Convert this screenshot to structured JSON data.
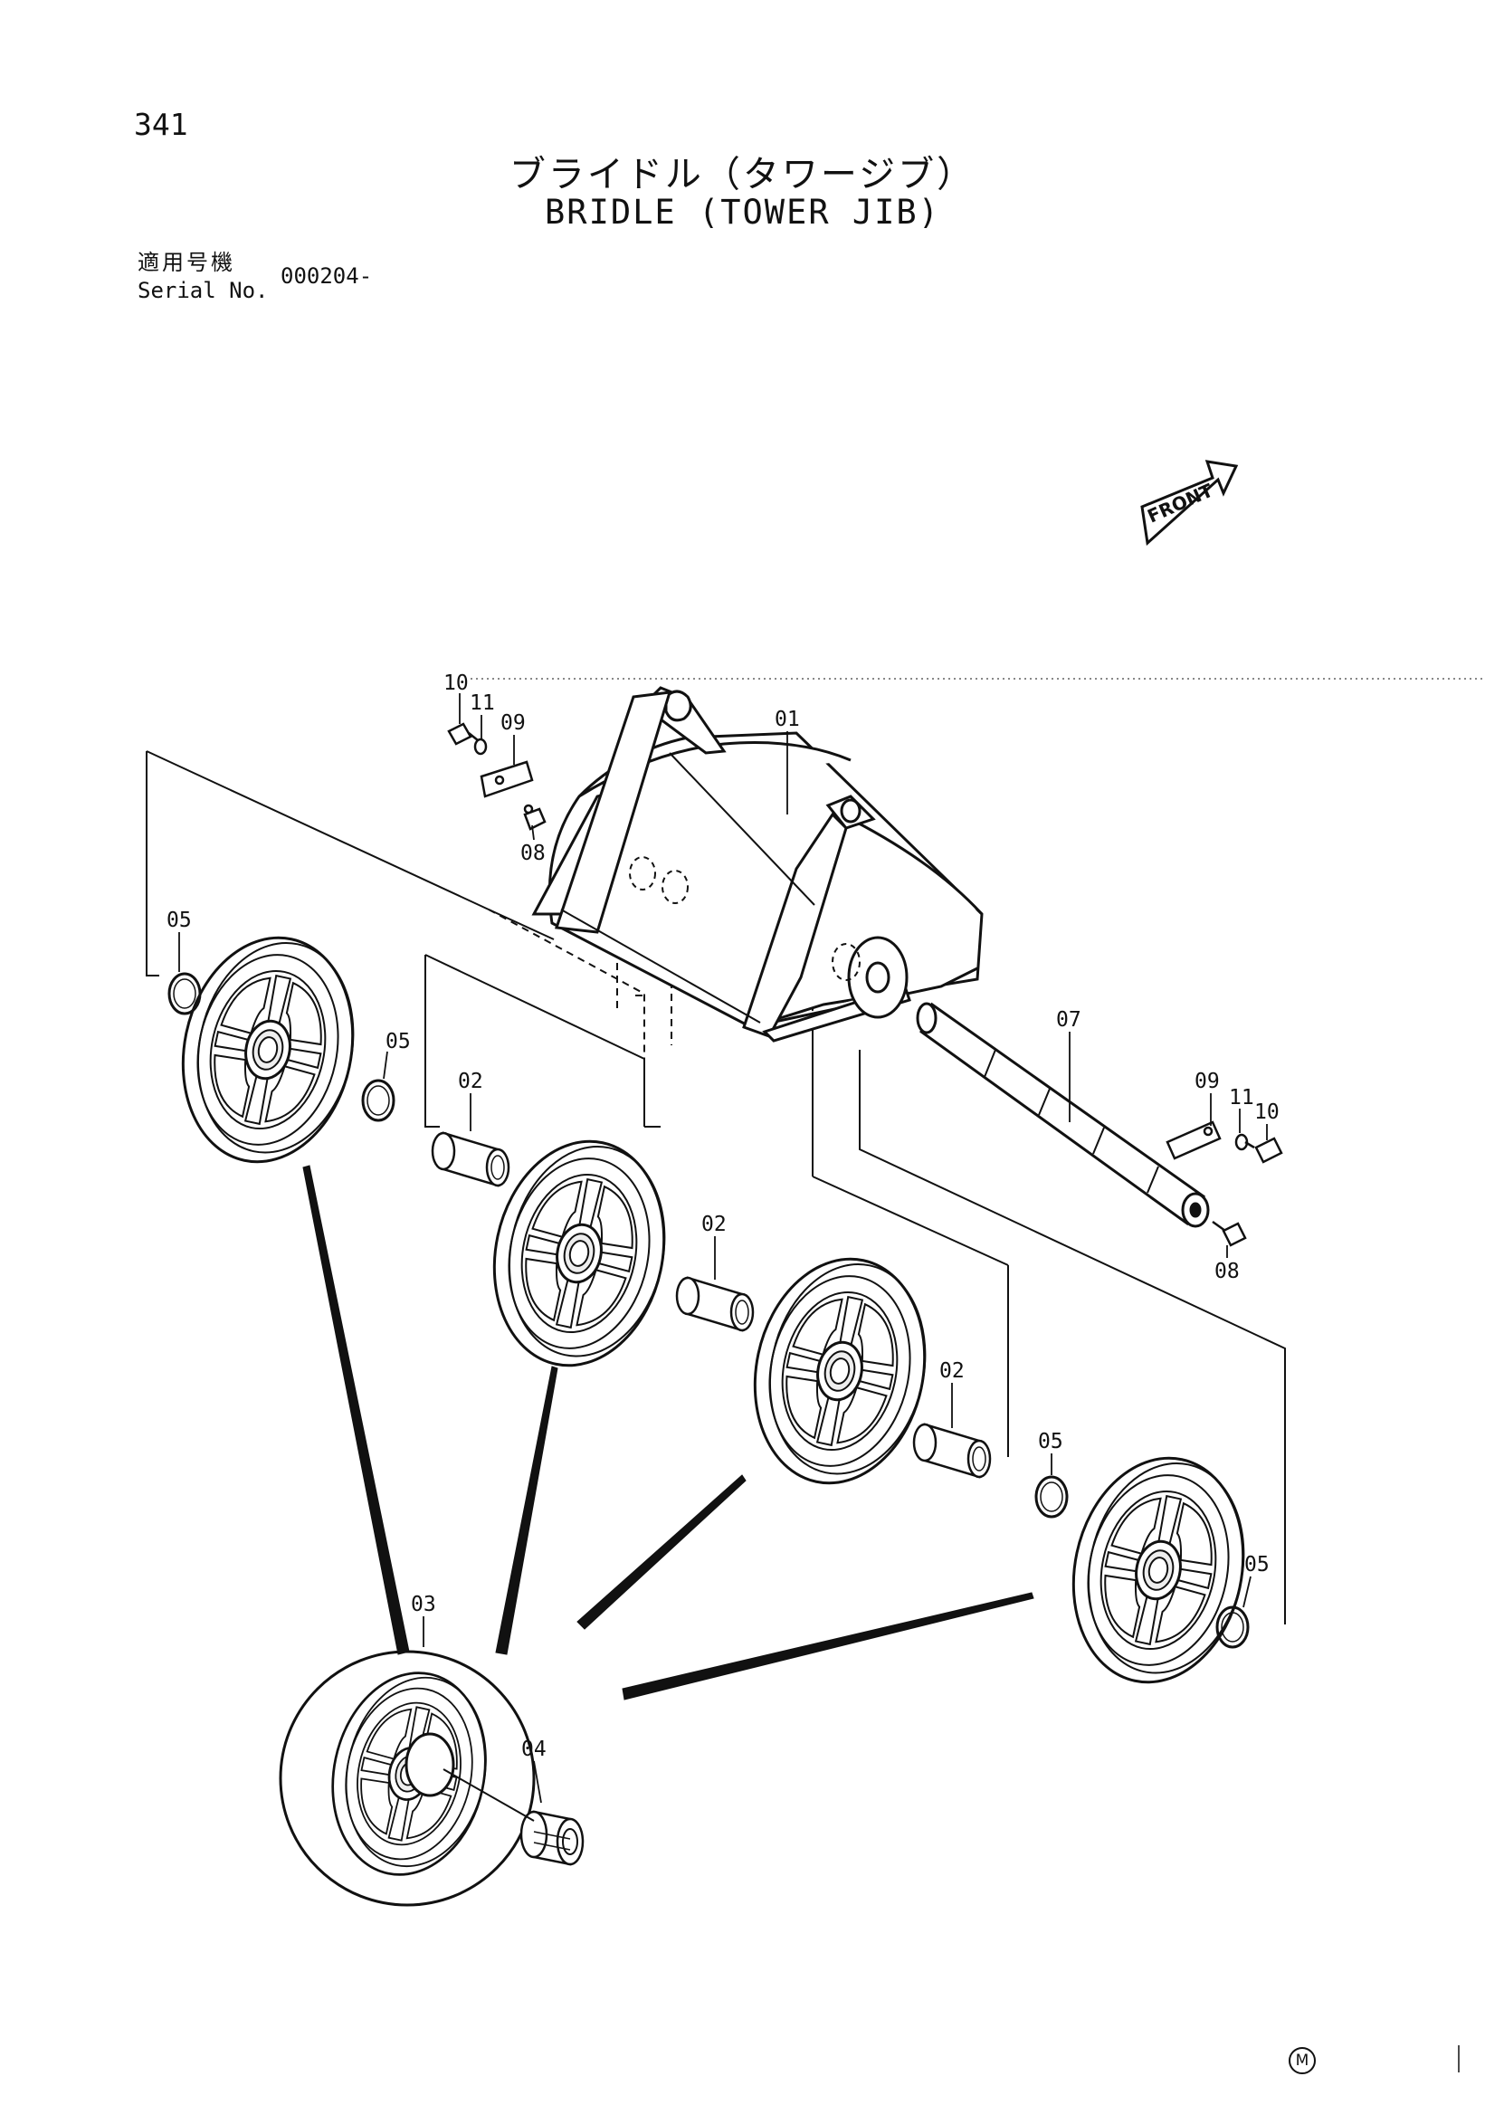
{
  "page": {
    "number": "341",
    "title_jp": "ブライドル（タワージブ）",
    "title_en": "BRIDLE (TOWER JIB)",
    "serial_label_jp": "適用号機",
    "serial_label_en": "Serial No.",
    "serial_value": "000204-",
    "direction_label": "FRONT",
    "footer_mark": "M"
  },
  "callouts": [
    {
      "id": "c-10a",
      "text": "10"
    },
    {
      "id": "c-11a",
      "text": "11"
    },
    {
      "id": "c-09a",
      "text": "09"
    },
    {
      "id": "c-08a",
      "text": "08"
    },
    {
      "id": "c-01",
      "text": "01"
    },
    {
      "id": "c-05a",
      "text": "05"
    },
    {
      "id": "c-05b",
      "text": "05"
    },
    {
      "id": "c-02a",
      "text": "02"
    },
    {
      "id": "c-02b",
      "text": "02"
    },
    {
      "id": "c-02c",
      "text": "02"
    },
    {
      "id": "c-07",
      "text": "07"
    },
    {
      "id": "c-09b",
      "text": "09"
    },
    {
      "id": "c-11b",
      "text": "11"
    },
    {
      "id": "c-10b",
      "text": "10"
    },
    {
      "id": "c-08b",
      "text": "08"
    },
    {
      "id": "c-05c",
      "text": "05"
    },
    {
      "id": "c-05d",
      "text": "05"
    },
    {
      "id": "c-03",
      "text": "03"
    },
    {
      "id": "c-04",
      "text": "04"
    }
  ]
}
